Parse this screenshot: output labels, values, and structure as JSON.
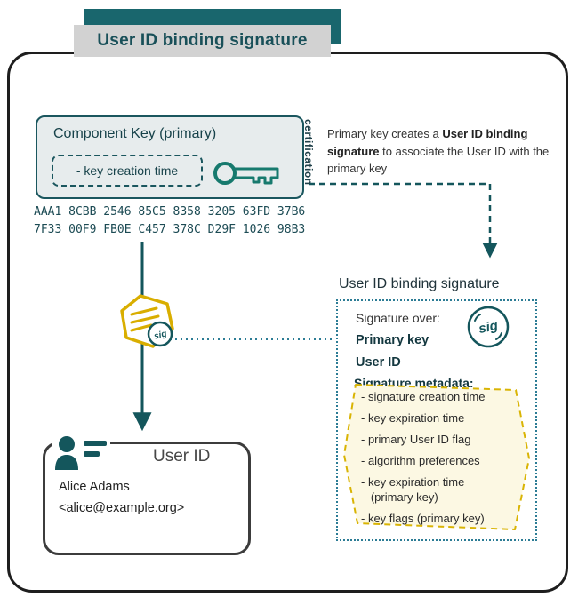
{
  "colors": {
    "teal_dark": "#14565c",
    "teal_border": "#1a565e",
    "key_green": "#177a6e",
    "gold": "#d9ae00",
    "steel_blue": "#2c7c95",
    "yellow_fill": "#fcf8e3",
    "banner_gray": "#d2d2d2"
  },
  "icons": [
    "key-icon",
    "certification-seal-icon",
    "sig-stamp-icon",
    "id-card-icon",
    "down-arrow"
  ],
  "banner": {
    "title": "User ID binding signature"
  },
  "component_key": {
    "title": "Component Key (primary)",
    "field": "- key creation time",
    "cert_label": "certification",
    "fingerprint": [
      "AAA1 8CBB 2546 85C5 8358 3205 63FD 37B6",
      "7F33 00F9 FB0E C457 378C D29F 1026 98B3"
    ]
  },
  "annotation": {
    "pre": "Primary key creates a ",
    "bold": "User ID binding signature",
    "post": " to associate the User ID with the primary key"
  },
  "signature_box": {
    "title": "User ID binding signature",
    "over_label": "Signature over:",
    "items": [
      "Primary key",
      "User ID"
    ],
    "metadata_label": "Signature metadata:",
    "metadata_items": [
      "- signature creation time",
      "- key expiration time",
      "- primary User ID flag",
      "- algorithm preferences",
      "- key expiration time\n   (primary key)",
      "- key flags (primary key)"
    ],
    "stamp_label": "sig"
  },
  "badge": {
    "stamp_label": "sig"
  },
  "user_id": {
    "title": "User ID",
    "name": "Alice Adams",
    "email": "<alice@example.org>"
  }
}
